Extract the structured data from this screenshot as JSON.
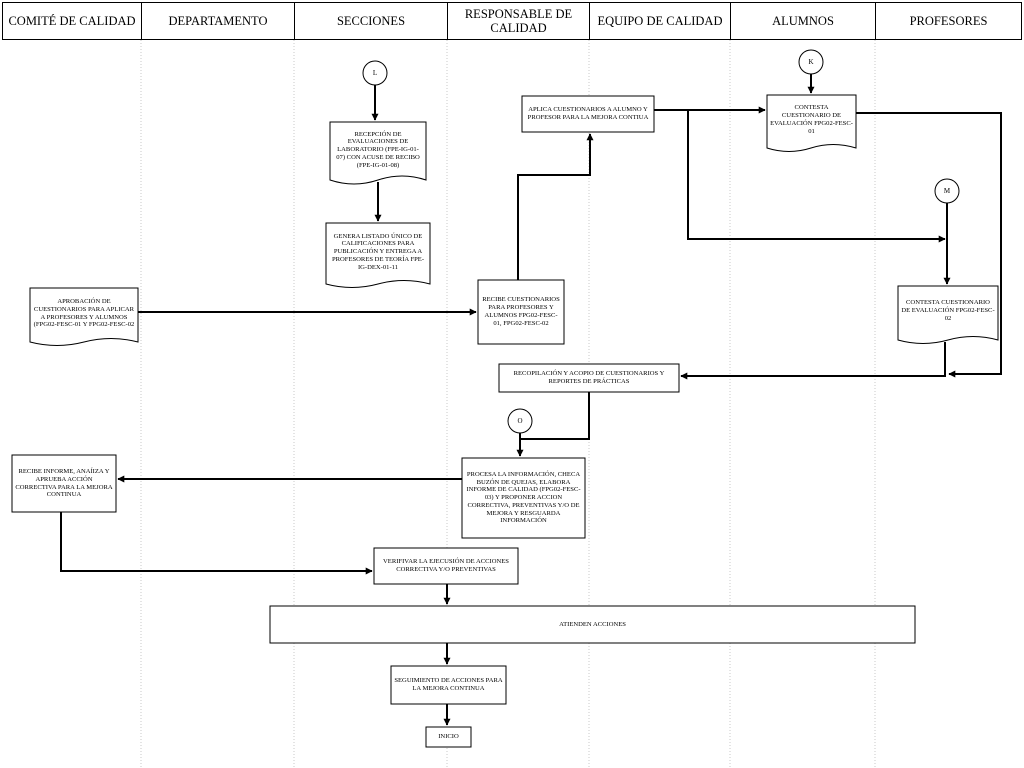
{
  "lanes": [
    "COMITÉ DE CALIDAD",
    "DEPARTAMENTO",
    "SECCIONES",
    "RESPONSABLE DE CALIDAD",
    "EQUIPO DE CALIDAD",
    "ALUMNOS",
    "PROFESORES"
  ],
  "connectors": {
    "l": "L",
    "k": "K",
    "m": "M",
    "o": "O"
  },
  "nodes": {
    "recepcion": "RECEPCIÓN DE EVALUACIONES DE LABORATORIO (FPE-IG-01-07) CON ACUSE DE RECIBO (FPE-IG-01-08)",
    "genera_listado": "GENERA LISTADO ÚNICO DE CALIFICACIONES PARA PUBLICACIÓN Y ENTREGA A PROFESORES DE TEORÍA FPE-IG-DEX-01-11",
    "aplica_cuestionarios": "APLICA CUESTIONARIOS A ALUMNO Y PROFESOR PARA LA MEJORA CONTIUA",
    "contesta_alumnos": "CONTESTA CUESTIONARIO DE EVALUACIÓN FPG02-FESC-01",
    "aprobacion": "APROBACIÓN DE CUESTIONARIOS PARA APLICAR A PROFESORES Y ALUMNOS (FPG02-FESC-01 Y FPG02-FESC-02",
    "recibe_cuestionarios": "RECIBE CUESTIONARIOS PARA PROFESORES Y ALUMNOS FPG02-FESC-01, FPG02-FESC-02",
    "contesta_profesores": "CONTESTA CUESTIONARIO DE EVALUACIÓN FPG02-FESC-02",
    "recopilacion": "RECOPILACIÓN Y ACOPIO DE CUESTIONARIOS Y REPORTES DE PRÁCTICAS",
    "procesa": "PROCESA LA INFORMACIÓN, CHECA BUZÓN DE QUEJAS, ELABORA INFORME DE CALIDAD (FPG02-FESC-03) Y PROPONER ACCION CORRECTIVA, PREVENTIVAS Y/O DE MEJORA Y RESGUARDA INFORMACIÓN",
    "recibe_informe": "RECIBE INFORME, ANAÍIZA Y APRUEBA ACCIÓN CORRECTIVA PARA LA MEJORA CONTINUA",
    "verificar": "VERIFIVAR LA EJECUSIÓN DE ACCIONES CORRECTIVA Y/O PREVENTIVAS",
    "atienden": "ATIENDEN ACCIONES",
    "seguimiento": "SEGUIMIENTO DE ACCIONES PARA LA MEJORA CONTINUA",
    "inicio": "INICIO"
  },
  "colors": {
    "line": "#000000",
    "lane_divider": "#c8c8c8",
    "background": "#ffffff"
  }
}
